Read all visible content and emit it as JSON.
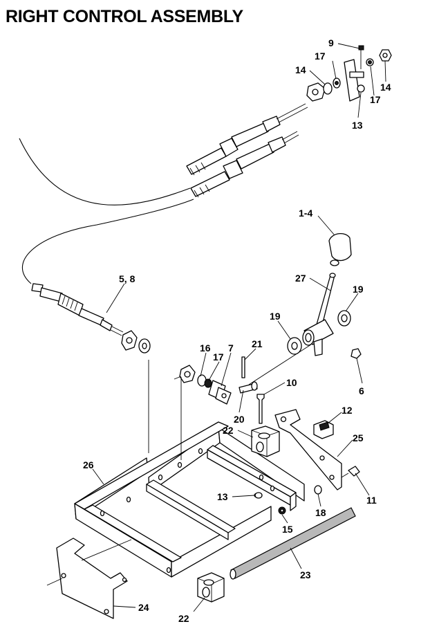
{
  "title": "RIGHT CONTROL ASSEMBLY",
  "callouts": [
    {
      "id": "c9",
      "text": "9"
    },
    {
      "id": "c17a",
      "text": "17"
    },
    {
      "id": "c14a",
      "text": "14"
    },
    {
      "id": "c14b",
      "text": "14"
    },
    {
      "id": "c17b",
      "text": "17"
    },
    {
      "id": "c13a",
      "text": "13"
    },
    {
      "id": "c1_4",
      "text": "1-4"
    },
    {
      "id": "c27",
      "text": "27"
    },
    {
      "id": "c19a",
      "text": "19"
    },
    {
      "id": "c19b",
      "text": "19"
    },
    {
      "id": "c5_8",
      "text": "5, 8"
    },
    {
      "id": "c6",
      "text": "6"
    },
    {
      "id": "c16",
      "text": "16"
    },
    {
      "id": "c17c",
      "text": "17"
    },
    {
      "id": "c7",
      "text": "7"
    },
    {
      "id": "c21",
      "text": "21"
    },
    {
      "id": "c10",
      "text": "10"
    },
    {
      "id": "c20",
      "text": "20"
    },
    {
      "id": "c12",
      "text": "12"
    },
    {
      "id": "c22a",
      "text": "22"
    },
    {
      "id": "c25",
      "text": "25"
    },
    {
      "id": "c26",
      "text": "26"
    },
    {
      "id": "c13b",
      "text": "13"
    },
    {
      "id": "c11",
      "text": "11"
    },
    {
      "id": "c18",
      "text": "18"
    },
    {
      "id": "c15",
      "text": "15"
    },
    {
      "id": "c23",
      "text": "23"
    },
    {
      "id": "c24",
      "text": "24"
    },
    {
      "id": "c22b",
      "text": "22"
    }
  ]
}
